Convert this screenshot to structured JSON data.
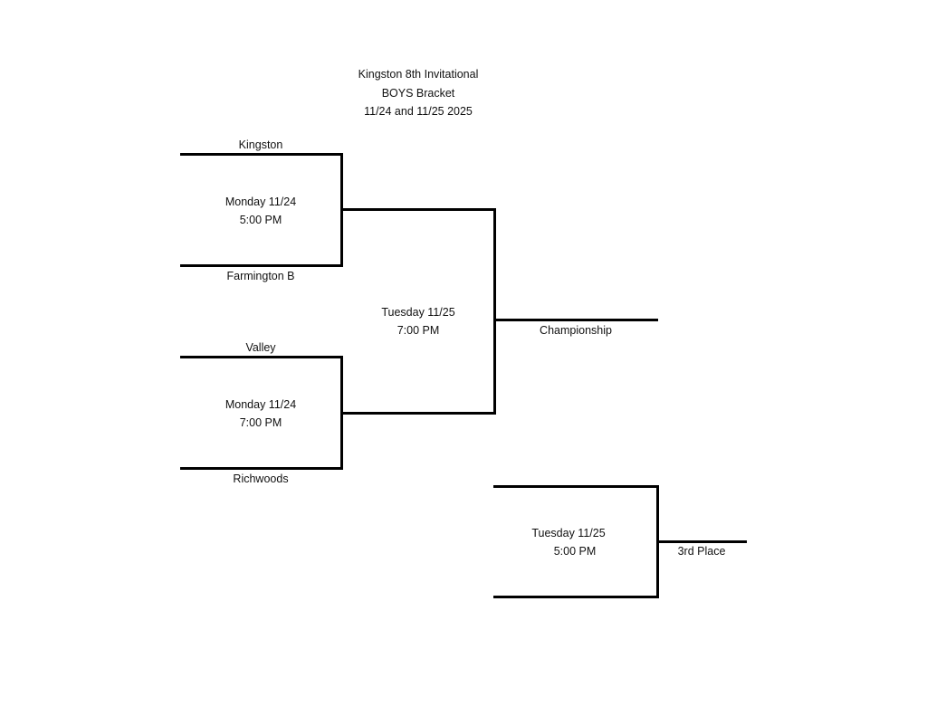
{
  "header": {
    "line1": "Kingston 8th Invitational",
    "line2": "BOYS Bracket",
    "line3": "11/24 and 11/25 2025"
  },
  "round1": {
    "game1": {
      "team_top": "Kingston",
      "team_bottom": "Farmington B",
      "day": "Monday 11/24",
      "time": "5:00 PM"
    },
    "game2": {
      "team_top": "Valley",
      "team_bottom": "Richwoods",
      "day": "Monday 11/24",
      "time": "7:00 PM"
    }
  },
  "championship_game": {
    "day": "Tuesday 11/25",
    "time": "7:00 PM",
    "label": "Championship"
  },
  "third_place_game": {
    "day": "Tuesday 11/25",
    "time": "5:00 PM",
    "label": "3rd Place"
  }
}
